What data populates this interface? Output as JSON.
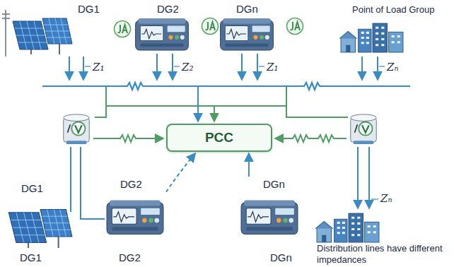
{
  "diagram": {
    "nodes": [
      {
        "text": [
          "DG1"
        ]
      },
      {
        "text": [
          "DG2"
        ]
      },
      {
        "text": [
          "DGn"
        ]
      },
      {
        "text": [
          "Point of Load Group"
        ]
      },
      {
        "text": [
          "PCC"
        ]
      },
      {
        "text": [
          "DG1",
          "DG1"
        ]
      },
      {
        "text": [
          "DG2",
          "DG2"
        ]
      },
      {
        "text": [
          "DGn",
          "DGn"
        ]
      }
    ],
    "edges": [
      {
        "from": 6,
        "to": 4,
        "arrow": "to"
      },
      {
        "from": 7,
        "to": 4,
        "arrow": "to"
      }
    ],
    "labels": [
      "Z₁",
      "Z₂",
      "Z₁",
      "Zₙ",
      "Zₙ",
      "Distribution lines have different impedances"
    ]
  }
}
